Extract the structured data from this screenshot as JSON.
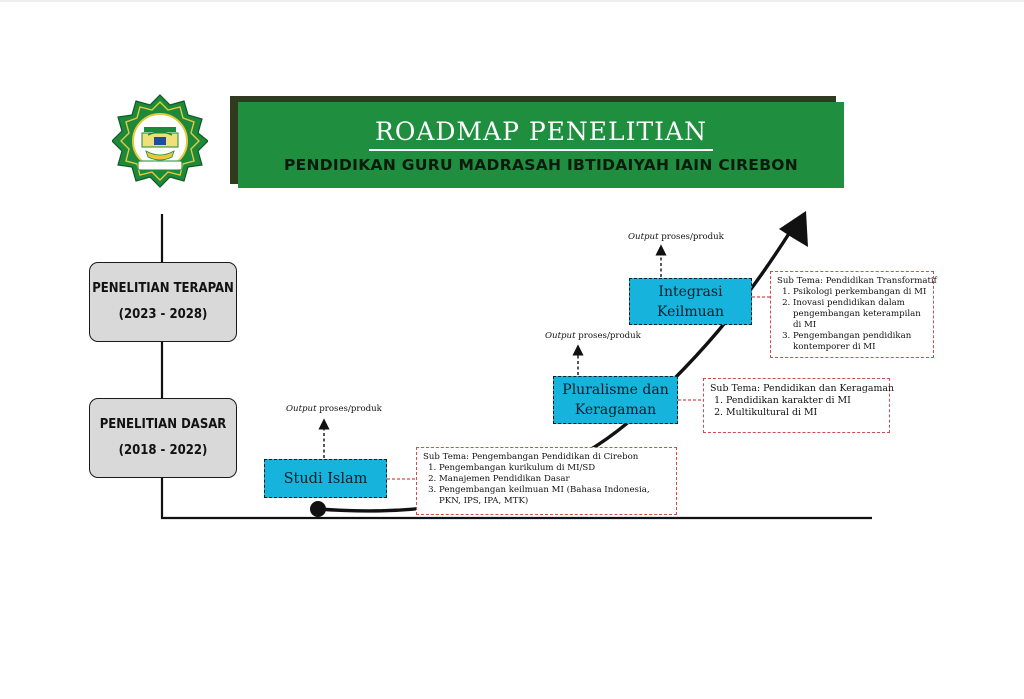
{
  "banner": {
    "title": "ROADMAP PENELITIAN",
    "subtitle": "PENDIDIKAN GURU MADRASAH IBTIDAIYAH IAIN CIREBON"
  },
  "colors": {
    "banner_green": "#1f8f3f",
    "theme_cyan": "#16b3dd",
    "phase_gray": "#d9d9d9",
    "sub_border_red": "#d34b4b"
  },
  "logo": {
    "icon": "iain-cirebon-emblem"
  },
  "phases": [
    {
      "label": "PENELITIAN TERAPAN",
      "period": "(2023 - 2028)"
    },
    {
      "label": "PENELITIAN DASAR",
      "period": "(2018 - 2022)"
    }
  ],
  "outputs": [
    {
      "em": "Output",
      "rest": " proses/produk"
    },
    {
      "em": "Output",
      "rest": " proses/produk"
    },
    {
      "em": "Output",
      "rest": " proses/produk"
    }
  ],
  "themes": {
    "studi": "Studi Islam",
    "plural_line1": "Pluralisme dan",
    "plural_line2": "Keragaman",
    "integ_line1": "Integrasi",
    "integ_line2": "Keilmuan"
  },
  "subthemes": {
    "studi": {
      "title": "Sub Tema: Pengembangan Pendidikan di Cirebon",
      "items": [
        "Pengembangan kurikulum di MI/SD",
        "Manajemen Pendidikan Dasar",
        "Pengembangan keilmuan MI (Bahasa Indonesia, PKN, IPS, IPA, MTK)"
      ]
    },
    "plural": {
      "title": "Sub Tema: Pendidikan dan Keragaman",
      "items": [
        "Pendidikan karakter di MI",
        "Multikultural di MI"
      ]
    },
    "integ": {
      "title": "Sub Tema: Pendidikan Transformatif",
      "items": [
        "Psikologi perkembangan di MI",
        "Inovasi pendidikan dalam pengembangan keterampilan di MI",
        "Pengembangan pendidikan kontemporer di MI"
      ]
    }
  }
}
